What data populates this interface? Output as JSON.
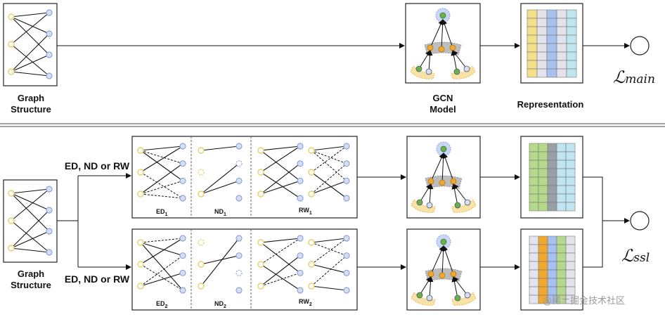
{
  "main": {
    "graph_structure": "Graph\nStructure",
    "gcn_model": "GCN\nModel",
    "representation": "Representation",
    "loss_symbol": "ℒ",
    "loss_subscript": "main"
  },
  "ssl": {
    "graph_structure": "Graph\nStructure",
    "branch_label_top": "ED, ND or RW",
    "branch_label_bottom": "ED, ND or RW",
    "top_labels": {
      "ed": "ED",
      "ed_sub": "1",
      "nd": "ND",
      "nd_sub": "1",
      "rw": "RW",
      "rw_sub": "1"
    },
    "bottom_labels": {
      "ed": "ED",
      "ed_sub": "2",
      "nd": "ND",
      "nd_sub": "2",
      "rw": "RW",
      "rw_sub": "2"
    },
    "loss_symbol": "ℒ",
    "loss_subscript": "ssl"
  },
  "watermark": "@稀土掘金技术社区",
  "colors": {
    "node_left": "#e6d26a",
    "node_right": "#8fa3d9",
    "target_node": "#6ab04c",
    "orange": "#f0a830",
    "gray": "#bdbdbd",
    "blue_col": "#a8c0ee",
    "yellow_col": "#f2e08a",
    "green_col": "#b5d98a",
    "cyan_col": "#bfe6f0",
    "light_col": "#e3e3ec"
  }
}
